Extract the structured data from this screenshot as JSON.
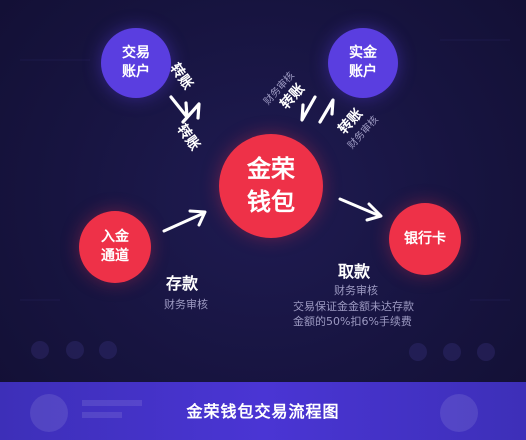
{
  "nodes": {
    "trading_account": {
      "line1": "交易",
      "line2": "账户"
    },
    "real_account": {
      "line1": "实金",
      "line2": "账户"
    },
    "wallet": {
      "line1": "金荣",
      "line2": "钱包"
    },
    "deposit_channel": {
      "line1": "入金",
      "line2": "通道"
    },
    "bank_card": {
      "line1": "银行卡"
    }
  },
  "edges": {
    "left_transfer_out": "转账",
    "left_transfer_in": "转账",
    "right_transfer_top": "转账",
    "right_review_top": "财务审核",
    "right_transfer_bottom": "转账",
    "right_review_bottom": "财务审核"
  },
  "deposit": {
    "title": "存款",
    "note": "财务审核"
  },
  "withdraw": {
    "title": "取款",
    "note": "财务审核",
    "rule_line1": "交易保证金金额未达存款",
    "rule_line2": "金额的50%扣6%手续费"
  },
  "footer": {
    "title": "金荣钱包交易流程图"
  },
  "colors": {
    "background": "#171440",
    "purple_node": "#5a3ee0",
    "red_node": "#ee3148",
    "footer_bar": "#4a35d4"
  }
}
